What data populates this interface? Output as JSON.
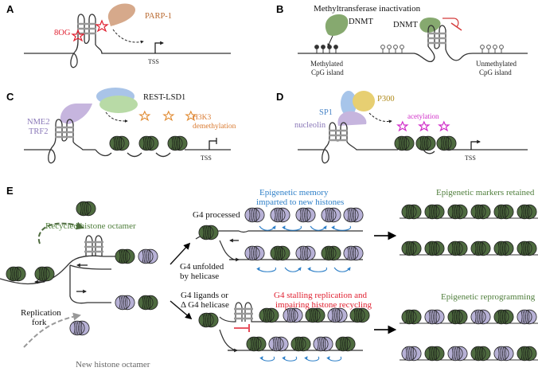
{
  "panels": {
    "A": {
      "letter": "A",
      "parp_label": "PARP-1",
      "ogg_label": "8OG",
      "tss_label": "TSS"
    },
    "B": {
      "letter": "B",
      "title": "Methyltransferase inactivation",
      "dnmt_left": "DNMT",
      "dnmt_right": "DNMT",
      "methylated_line1": "Methylated",
      "methylated_line2": "CpG island",
      "unmethylated_line1": "Unmethylated",
      "unmethylated_line2": "CpG island"
    },
    "C": {
      "letter": "C",
      "rest_label": "REST-LSD1",
      "nme2_label": "NME2",
      "trf2_label": "TRF2",
      "h3k3_line1": "H3K3",
      "h3k3_line2": "demethylation",
      "tss_label": "TSS"
    },
    "D": {
      "letter": "D",
      "sp1_label": "SP1",
      "p300_label": "P300",
      "nucleolin_label": "nucleolin",
      "acetylation_label": "acetylation",
      "tss_label": "TSS"
    },
    "E": {
      "letter": "E",
      "recycled_label": "Recycled histone octamer",
      "g4_processed": "G4 processed",
      "memory_line1": "Epigenetic memory",
      "memory_line2": "imparted to new histones",
      "retained": "Epigenetic markers retained",
      "unfolded_line1": "G4 unfolded",
      "unfolded_line2": "by helicase",
      "ligands_line1": "G4 ligands or",
      "ligands_line2": "Δ G4 helicase",
      "stalling_line1": "G4 stalling replication and",
      "stalling_line2": "impairing histone recycling",
      "reprogramming": "Epigenetic reprogramming",
      "fork_line1": "Replication",
      "fork_line2": "fork",
      "new_octamer": "New histone octamer"
    }
  },
  "colors": {
    "old_histone": "#4e6b3f",
    "new_histone": "#b7b1d6",
    "parp": "#d6a98b",
    "dnmt": "#86a96f",
    "rest_blue": "#a9c4e8",
    "rest_green": "#b8daa6",
    "nme2": "#c6b5de",
    "sp1": "#a7c5ea",
    "p300": "#e7cf72",
    "red_text": "#e02030",
    "blue_text": "#2f80c8",
    "green_text": "#4e7d3a",
    "orange_text": "#d9792f",
    "magenta": "#d12fc9",
    "purple_text": "#8a78b8",
    "blue_label": "#4a86c8",
    "olive": "#b08a1a"
  }
}
